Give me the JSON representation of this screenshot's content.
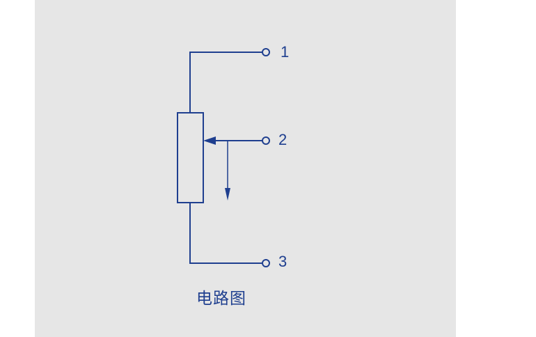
{
  "diagram": {
    "pins": [
      {
        "label": "1"
      },
      {
        "label": "2"
      },
      {
        "label": "3"
      }
    ],
    "caption": "电路图",
    "colors": {
      "stroke": "#1f3f8f",
      "background": "#e6e6e6"
    }
  }
}
